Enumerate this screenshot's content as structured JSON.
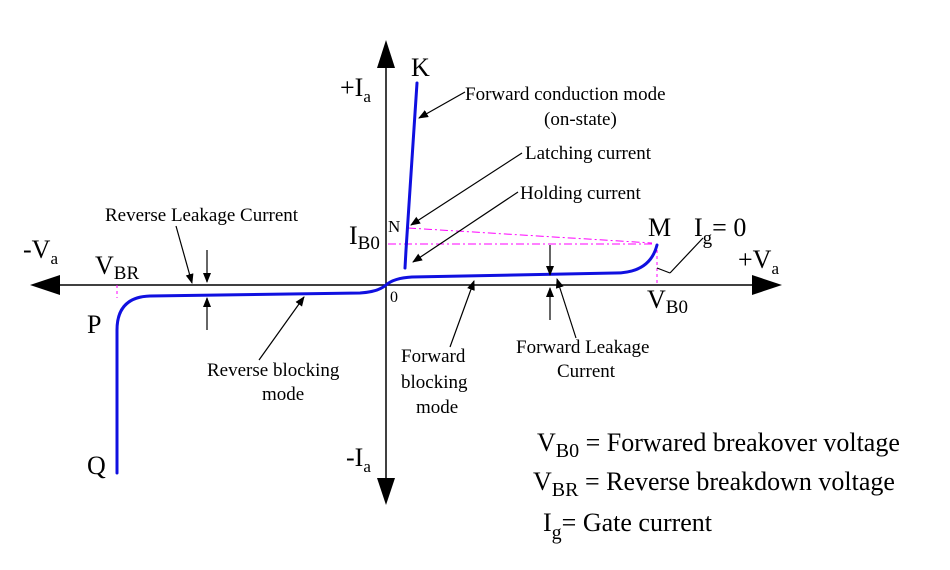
{
  "axes": {
    "pos_current": "+I",
    "neg_current": "-I",
    "pos_voltage": "+V",
    "neg_voltage": "-V",
    "axis_subscript": "a",
    "origin": "0"
  },
  "points": {
    "K": "K",
    "N": "N",
    "M": "M",
    "P": "P",
    "Q": "Q",
    "VBR_main": "V",
    "VBR_sub": "BR",
    "VB0_main": "V",
    "VB0_sub": "B0",
    "IB0_main": "I",
    "IB0_sub": "B0",
    "Ig_main": "I",
    "Ig_sub": "g",
    "Ig_value": "= 0"
  },
  "annotations": {
    "forward_conduction_line1": "Forward conduction mode",
    "forward_conduction_line2": "(on-state)",
    "latching_current": "Latching current",
    "holding_current": "Holding current",
    "reverse_leakage_current": "Reverse Leakage Current",
    "reverse_blocking_line1": "Reverse blocking",
    "reverse_blocking_line2": "mode",
    "forward_blocking_line1": "Forward",
    "forward_blocking_line2": "blocking",
    "forward_blocking_line3": "mode",
    "forward_leakage_line1": "Forward Leakage",
    "forward_leakage_line2": "Current"
  },
  "legend": [
    {
      "main": "V",
      "sub": "B0",
      "text": " = Forwared breakover voltage"
    },
    {
      "main": "V",
      "sub": "BR",
      "text": " = Reverse breakdown voltage"
    },
    {
      "main": "I",
      "sub": "g",
      "text": "= Gate current"
    }
  ],
  "colors": {
    "curve": "#1010e0",
    "dashed": "#ff00ff",
    "axis": "#000000"
  }
}
